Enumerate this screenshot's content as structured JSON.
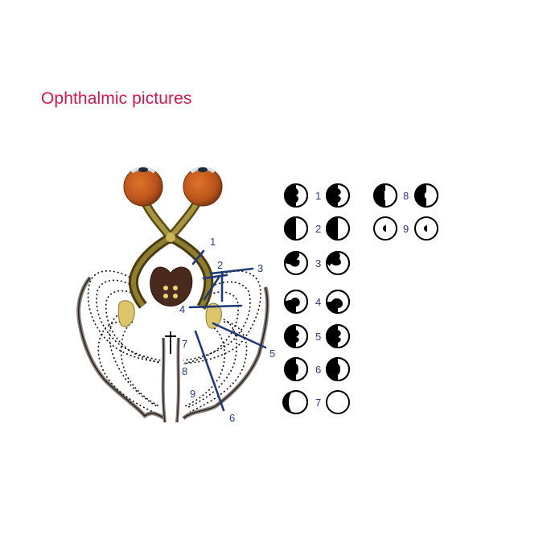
{
  "title": "Ophthalmic pictures",
  "colors": {
    "title": "#d6154a",
    "label": "#2b3a8a",
    "lesion_line": "#1f3a7a"
  },
  "lesion_labels": [
    "1",
    "2",
    "3",
    "4",
    "5",
    "6",
    "7",
    "8",
    "9"
  ],
  "visual_fields": [
    {
      "label": "1",
      "left": "left-upper-temporal-defect",
      "right": "right-upper-temporal-defect"
    },
    {
      "label": "2",
      "left": "left-half-black",
      "right": "right-half-black"
    },
    {
      "label": "3",
      "left": "left-incongruous-quadrant",
      "right": "right-incongruous-quadrant"
    },
    {
      "label": "4",
      "left": "left-lower-defect",
      "right": "right-lower-defect"
    },
    {
      "label": "5",
      "left": "left-hemifield-notch",
      "right": "right-hemifield-notch"
    },
    {
      "label": "6",
      "left": "left-hemifield-macular-sparing",
      "right": "right-hemifield-macular-sparing"
    },
    {
      "label": "7",
      "left": "temporal-crescent",
      "right": "full-field"
    },
    {
      "label": "8",
      "left": "left-hemifield-sparing",
      "right": "right-hemifield-sparing"
    },
    {
      "label": "9",
      "left": "macular-central-defect",
      "right": "macular-central-defect"
    }
  ]
}
